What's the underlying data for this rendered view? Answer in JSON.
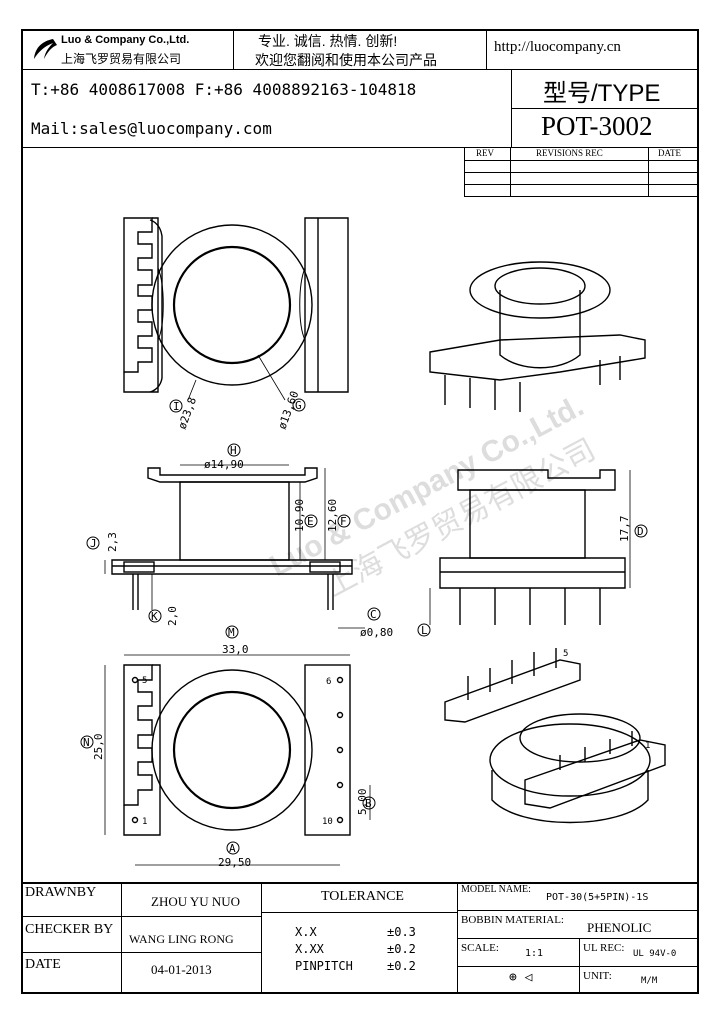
{
  "header": {
    "company_en": "Luo & Company Co.,Ltd.",
    "company_cn": "上海飞罗贸易有限公司",
    "slogan_1": "专业. 诚信. 热情. 创新!",
    "slogan_2": "欢迎您翻阅和使用本公司产品",
    "website": "http://luocompany.cn",
    "phone_fax": "T:+86 4008617008 F:+86 4008892163-104818",
    "mail": "Mail:sales@luocompany.com",
    "type_label": "型号/TYPE",
    "type_value": "POT-3002"
  },
  "revisions": {
    "col_rev": "REV",
    "col_rec": "REVISIONS REC",
    "col_date": "DATE"
  },
  "watermark": {
    "en": "Luo & Company Co.,Ltd.",
    "cn": "上海飞罗贸易有限公司"
  },
  "drawing": {
    "top_view": {
      "label_i": "I",
      "dim_i": "ø23,8",
      "label_g": "G",
      "dim_g": "ø13,60"
    },
    "side_view": {
      "label_h": "H",
      "dim_h": "ø14,90",
      "dim_e": "10,90",
      "label_e": "E",
      "dim_f": "12,60",
      "label_f": "F",
      "label_j": "J",
      "dim_j": "2,3",
      "label_k": "K",
      "dim_k": "2,0",
      "label_c": "C",
      "dim_c": "ø0,80"
    },
    "front_view": {
      "dim_d": "17,7",
      "label_d": "D",
      "label_l": "L"
    },
    "bottom_view": {
      "label_m": "M",
      "dim_m": "33,0",
      "label_n": "N",
      "dim_n": "25,0",
      "label_b": "B",
      "dim_b": "5,00",
      "label_a": "A",
      "dim_a": "29,50",
      "pin_1": "1",
      "pin_5": "5",
      "pin_6": "6",
      "pin_10": "10"
    },
    "iso_view": {
      "pin_1": "1",
      "pin_5": "5"
    }
  },
  "title_block": {
    "drawnby_label": "DRAWNBY",
    "drawnby_value": "ZHOU YU NUO",
    "checker_label": "CHECKER BY",
    "checker_value": "WANG LING RONG",
    "date_label": "DATE",
    "date_value": "04-01-2013",
    "tolerance_label": "TOLERANCE",
    "tol_xx_label": "X.X",
    "tol_xx_value": "±0.3",
    "tol_xxx_label": "X.XX",
    "tol_xxx_value": "±0.2",
    "tol_pin_label": "PINPITCH",
    "tol_pin_value": "±0.2",
    "model_label": "MODEL NAME:",
    "model_value": "POT-30(5+5PIN)-1S",
    "bobbin_label": "BOBBIN MATERIAL:",
    "bobbin_value": "PHENOLIC",
    "scale_label": "SCALE:",
    "scale_value": "1:1",
    "ulrec_label": "UL REC:",
    "ulrec_value": "UL 94V-0",
    "unit_label": "UNIT:",
    "unit_value": "M/M"
  }
}
